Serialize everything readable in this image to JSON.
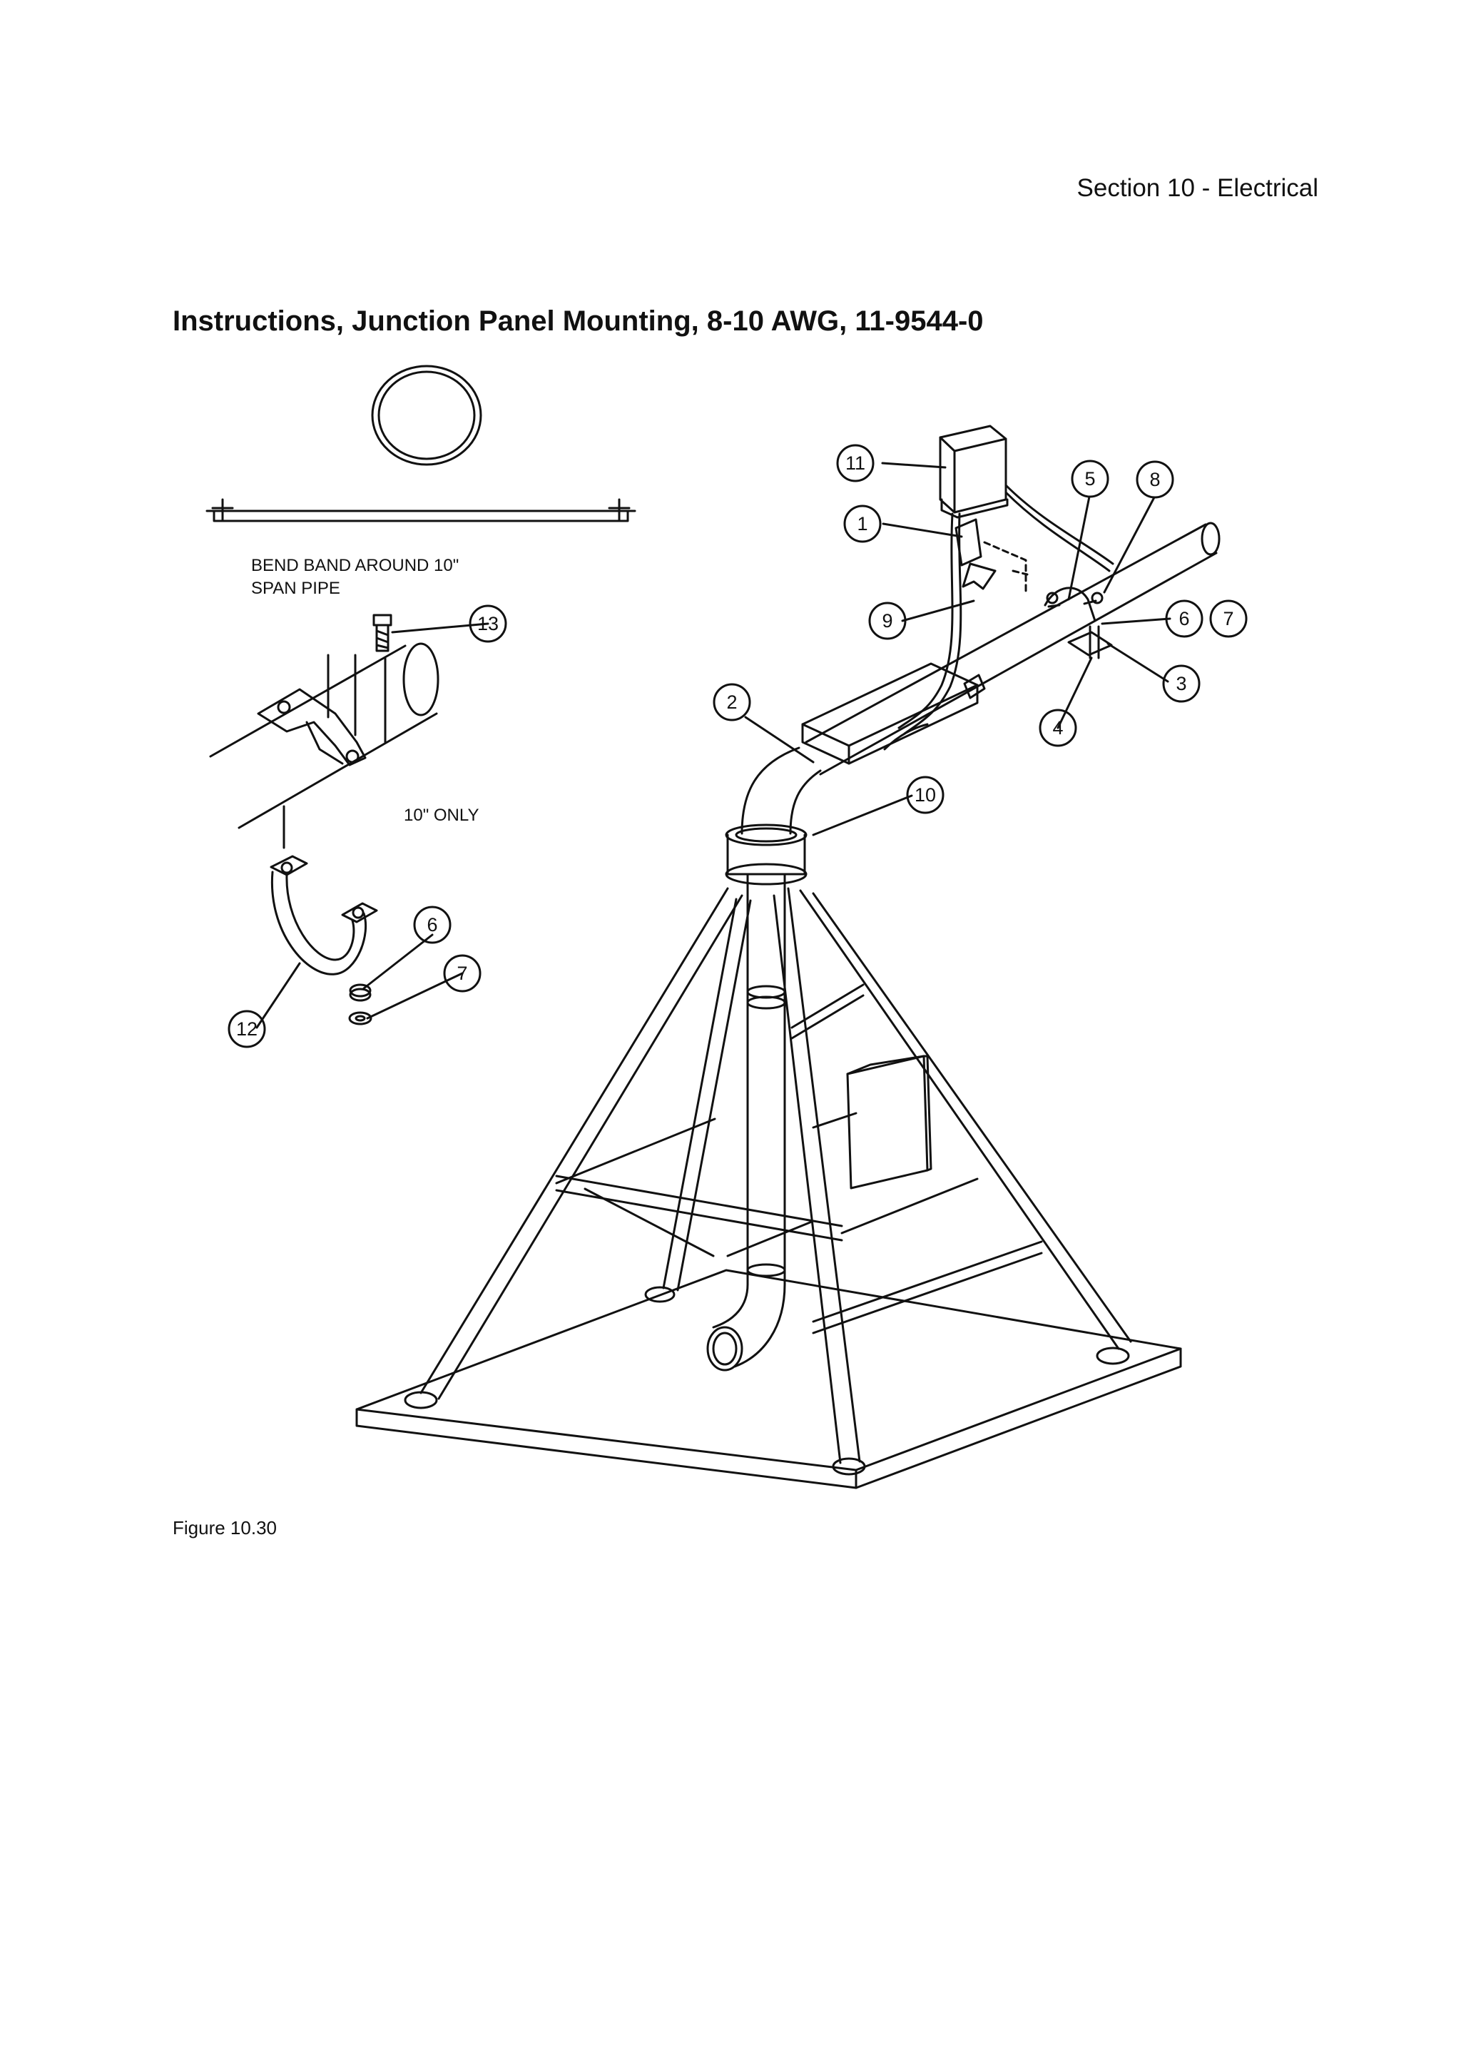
{
  "header": {
    "section": "Section 10 - Electrical"
  },
  "title": "Instructions, Junction Panel Mounting, 8-10 AWG, 11-9544-0",
  "notes": {
    "bend_line1": "BEND BAND AROUND 10\"",
    "bend_line2": "SPAN PIPE",
    "ten_only": "10\" ONLY"
  },
  "callouts": {
    "c1": "1",
    "c2": "2",
    "c3": "3",
    "c4": "4",
    "c5": "5",
    "c6a": "6",
    "c6b": "6",
    "c7a": "7",
    "c7b": "7",
    "c8": "8",
    "c9": "9",
    "c10": "10",
    "c11": "11",
    "c12": "12",
    "c13": "13"
  },
  "caption": "Figure 10.30"
}
